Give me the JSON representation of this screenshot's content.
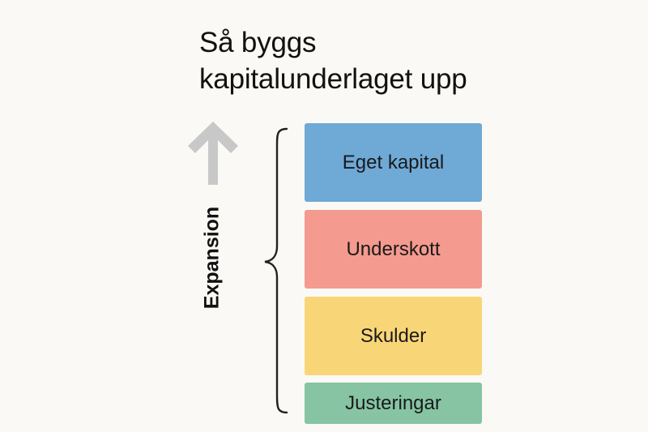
{
  "title": {
    "line1": "Så byggs",
    "line2": "kapitalunderlaget upp"
  },
  "axis": {
    "label": "Expansion",
    "direction": "up"
  },
  "layers": [
    {
      "label": "Eget kapital",
      "color": "#6fa9d6"
    },
    {
      "label": "Underskott",
      "color": "#f49a8f"
    },
    {
      "label": "Skulder",
      "color": "#f8d678"
    },
    {
      "label": "Justeringar",
      "color": "#86c4a4"
    }
  ],
  "colors": {
    "arrow": "#c8c8c8",
    "brace": "#222222",
    "background": "#faf9f5"
  }
}
